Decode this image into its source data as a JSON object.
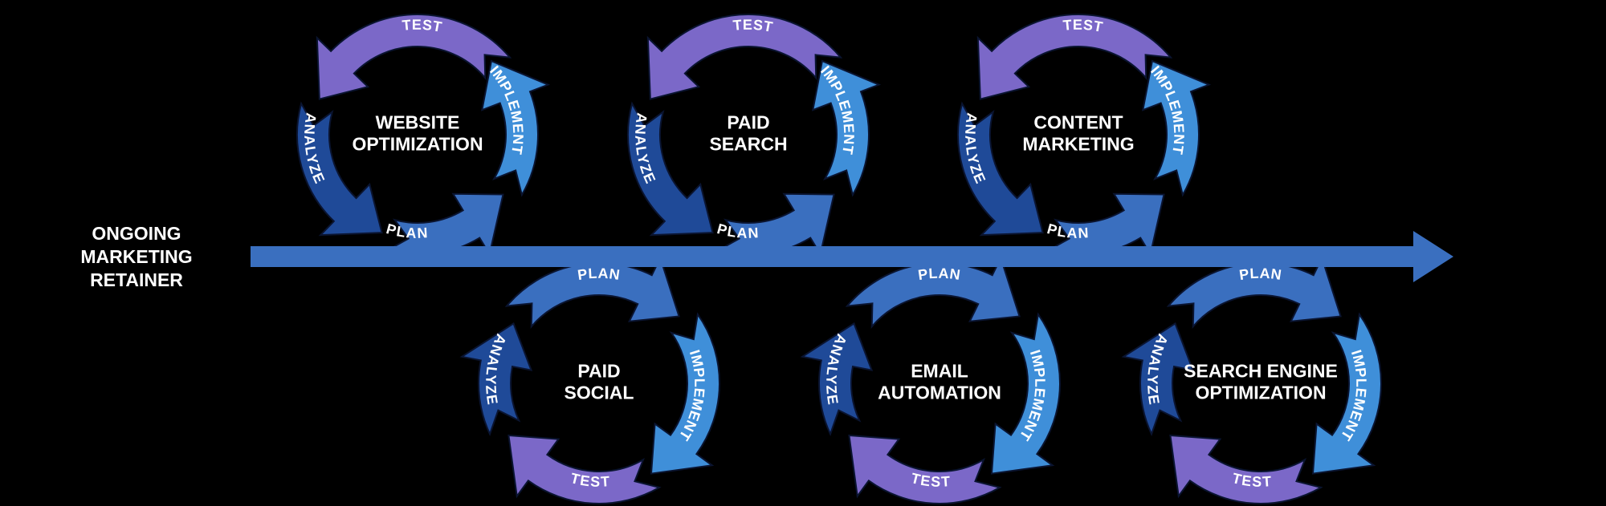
{
  "main_label": [
    "ONGOING",
    "MARKETING",
    "RETAINER"
  ],
  "phases": {
    "test": "TEST",
    "implement": "IMPLEMENT",
    "plan": "PLAN",
    "analyze": "ANALYZE"
  },
  "colors": {
    "background": "#000000",
    "timeline": "#3a6fbf",
    "test": "#7b68c8",
    "implement": "#3f8fd9",
    "plan": "#3a6fbf",
    "analyze": "#1f4a98",
    "text": "#ffffff"
  },
  "cycles": [
    {
      "id": "website-optimization",
      "title": [
        "WEBSITE",
        "OPTIMIZATION"
      ],
      "row": "top",
      "order": 1
    },
    {
      "id": "paid-search",
      "title": [
        "PAID",
        "SEARCH"
      ],
      "row": "top",
      "order": 2
    },
    {
      "id": "content-marketing",
      "title": [
        "CONTENT",
        "MARKETING"
      ],
      "row": "top",
      "order": 3
    },
    {
      "id": "paid-social",
      "title": [
        "PAID",
        "SOCIAL"
      ],
      "row": "bottom",
      "order": 1
    },
    {
      "id": "email-automation",
      "title": [
        "EMAIL",
        "AUTOMATION"
      ],
      "row": "bottom",
      "order": 2
    },
    {
      "id": "search-engine-optimization",
      "title": [
        "SEARCH ENGINE",
        "OPTIMIZATION"
      ],
      "row": "bottom",
      "order": 3
    }
  ]
}
